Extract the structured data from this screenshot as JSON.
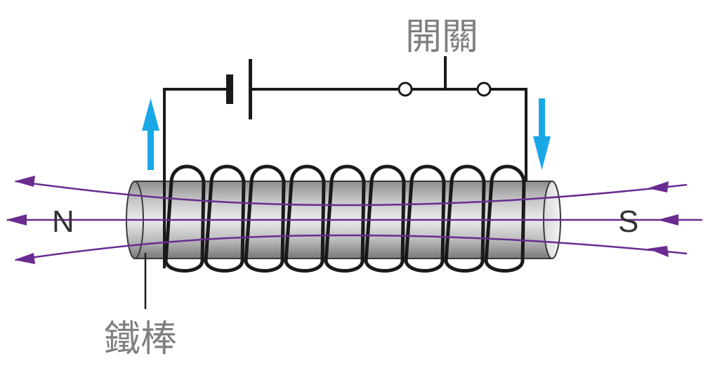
{
  "labels": {
    "switch": "開關",
    "iron_rod": "鐵棒",
    "north_pole": "N",
    "south_pole": "S"
  },
  "colors": {
    "wire": "#1a1a1a",
    "field_line": "#6a2c91",
    "current_arrow": "#1aa7e6",
    "label": "#808080",
    "rod_light": "#e4e4e4",
    "rod_dark": "#7d7d7d"
  },
  "coil": {
    "turns": 9
  }
}
